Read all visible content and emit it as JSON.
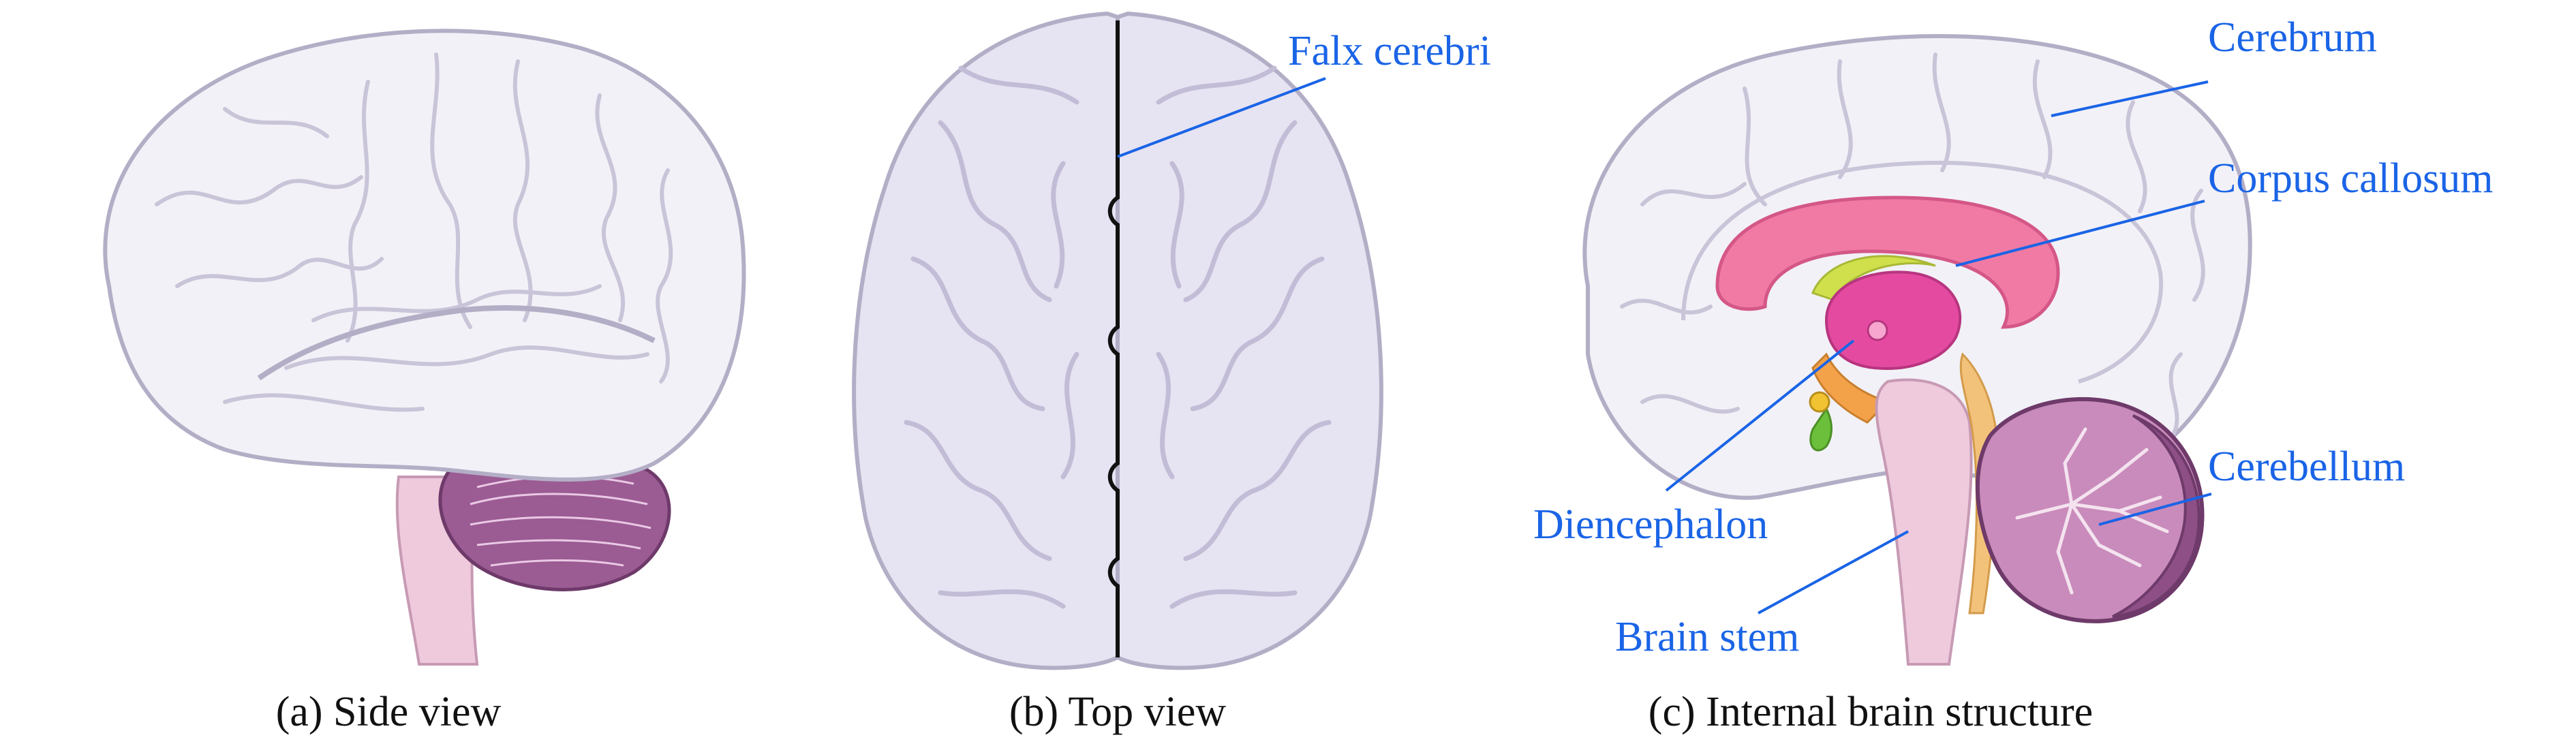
{
  "colors": {
    "label": "#1a64e6",
    "brain_fill": "#f2f1f7",
    "brain_top_fill": "#e6e3f2",
    "outline": "#b3aec6",
    "fissure": "#111111",
    "cerebellum": "#9b5b93",
    "cerebellum_dark": "#6e3a6a",
    "brainstem": "#efc9dc",
    "corpus_callosum": "#f07aa3",
    "diencephalon": "#e44ba0",
    "thalamus_band": "#cfe04c",
    "hypothalamus": "#f3a24a",
    "pituitary": "#6bbf3a"
  },
  "panels": [
    {
      "id": "a",
      "caption": "(a) Side view"
    },
    {
      "id": "b",
      "caption": "(b) Top view",
      "labels": [
        "Falx cerebri"
      ]
    },
    {
      "id": "c",
      "caption": "(c) Internal brain structure",
      "labels": [
        "Cerebrum",
        "Corpus callosum",
        "Cerebellum",
        "Diencephalon",
        "Brain stem"
      ]
    }
  ]
}
